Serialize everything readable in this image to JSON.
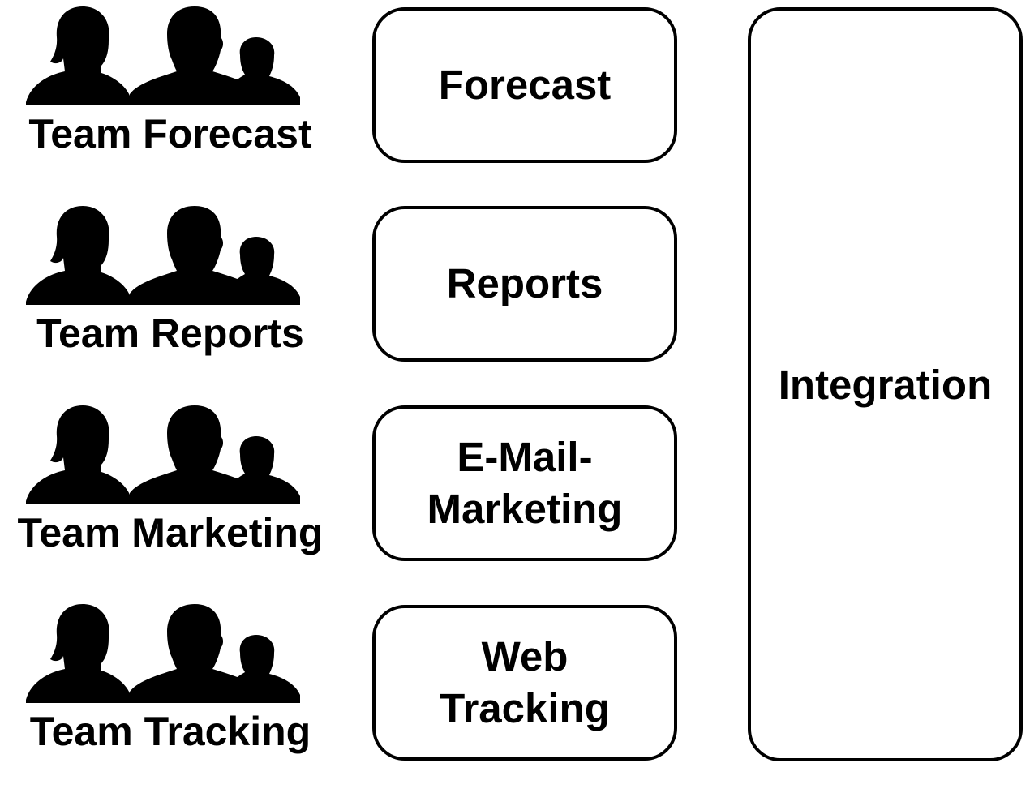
{
  "teams": [
    {
      "label": "Team Forecast",
      "icon": "people-group-icon"
    },
    {
      "label": "Team Reports",
      "icon": "people-group-icon"
    },
    {
      "label": "Team Marketing",
      "icon": "people-group-icon"
    },
    {
      "label": "Team Tracking",
      "icon": "people-group-icon"
    }
  ],
  "modules": [
    {
      "label": "Forecast"
    },
    {
      "label": "Reports"
    },
    {
      "label": "E-Mail-\nMarketing"
    },
    {
      "label": "Web\nTracking"
    }
  ],
  "integration": {
    "label": "Integration"
  },
  "colors": {
    "fill": "#000000",
    "background": "#ffffff"
  }
}
